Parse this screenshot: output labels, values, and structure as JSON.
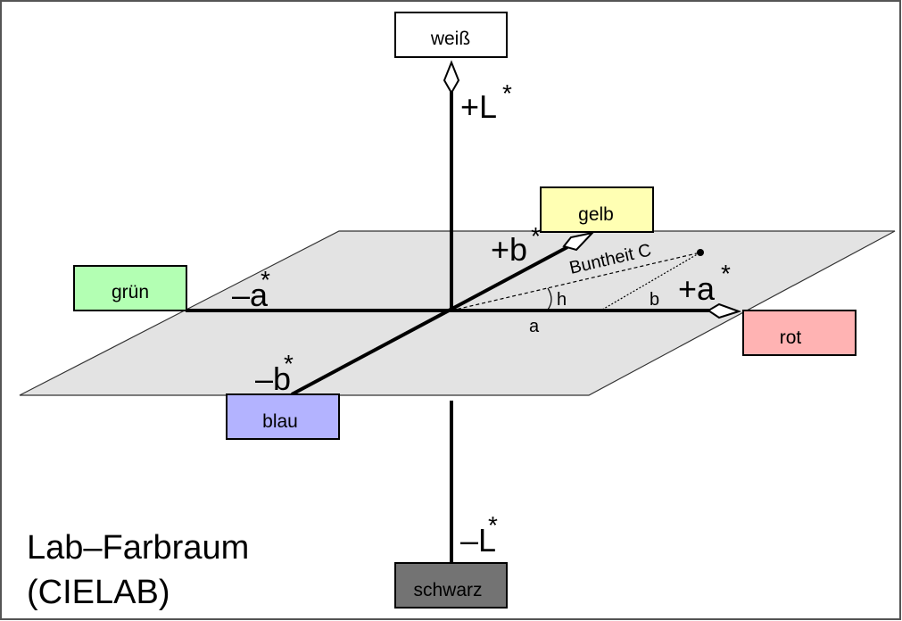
{
  "diagram": {
    "title_line1": "Lab–Farbraum",
    "title_line2": "(CIELAB)",
    "boxes": {
      "white": {
        "label": "weiß",
        "color": "#ffffff"
      },
      "yellow": {
        "label": "gelb",
        "color": "#ffffb3"
      },
      "green": {
        "label": "grün",
        "color": "#b3ffb3"
      },
      "red": {
        "label": "rot",
        "color": "#ffb3b3"
      },
      "blue": {
        "label": "blau",
        "color": "#b3b3ff"
      },
      "black": {
        "label": "schwarz",
        "color": "#737373"
      }
    },
    "axes": {
      "plus_L": {
        "sign": "+L",
        "star": "*"
      },
      "minus_L": {
        "sign": "–L",
        "star": "*"
      },
      "plus_a": {
        "sign": "+a",
        "star": "*"
      },
      "minus_a": {
        "sign": "–a",
        "star": "*"
      },
      "plus_b": {
        "sign": "+b",
        "star": "*"
      },
      "minus_b": {
        "sign": "–b",
        "star": "*"
      }
    },
    "annotations": {
      "chroma": "Buntheit C",
      "hue": "h",
      "a_component": "a",
      "b_component": "b"
    },
    "plane_color": "#e3e3e3"
  }
}
